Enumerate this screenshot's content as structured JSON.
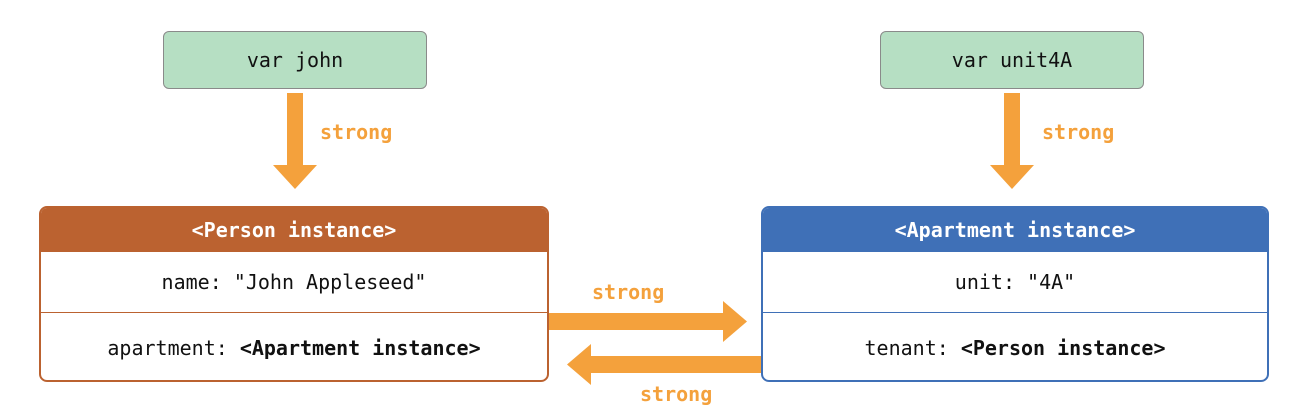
{
  "vars": {
    "john": "var john",
    "unit4a": "var unit4A"
  },
  "person": {
    "title": "<Person instance>",
    "name_key": "name: ",
    "name_val": "\"John Appleseed\"",
    "apartment_key": "apartment: ",
    "apartment_val": "<Apartment instance>"
  },
  "apartment": {
    "title": "<Apartment instance>",
    "unit_key": "unit: ",
    "unit_val": "\"4A\"",
    "tenant_key": "tenant: ",
    "tenant_val": "<Person instance>"
  },
  "labels": {
    "john_ref": "strong",
    "unit_ref": "strong",
    "person_to_apartment": "strong",
    "apartment_to_person": "strong"
  },
  "colors": {
    "arrow": "#f4a13c",
    "var_box": "#b6dfc3",
    "person": "#bb6230",
    "apartment": "#3f70b7"
  }
}
